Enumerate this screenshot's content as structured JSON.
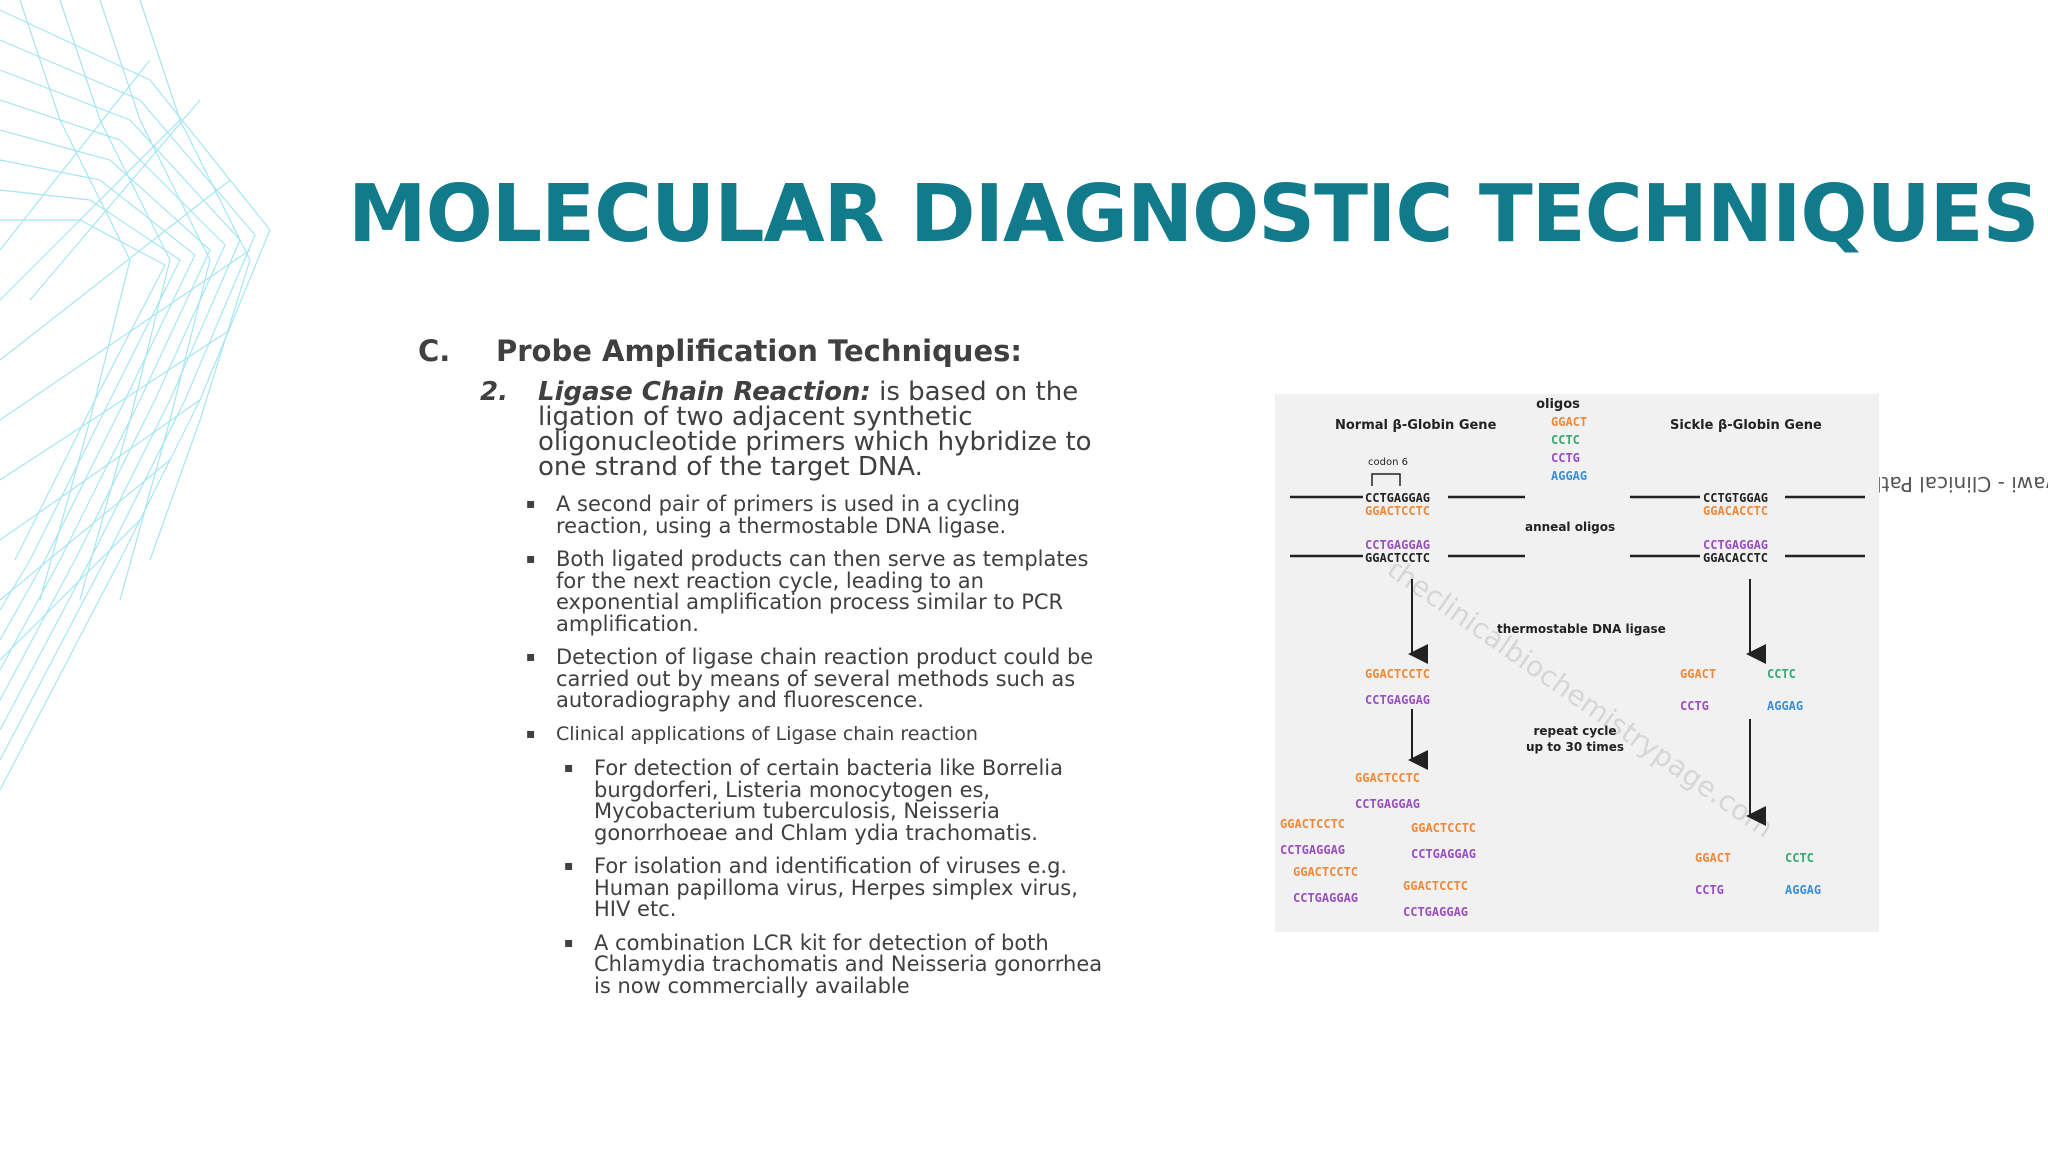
{
  "slide": {
    "title": "MOLECULAR DIAGNOSTIC TECHNIQUES",
    "side_note": "Dr. Hossamaldin Alzawawi - Clinical Pathology - KSUMC",
    "section": {
      "letter": "C.",
      "heading": "Probe Amplification Techniques:"
    },
    "item": {
      "number": "2.",
      "term": "Ligase Chain Reaction:",
      "text": " is based on the ligation of two adjacent synthetic oligonucleotide primers which hybridize to one strand of the target DNA."
    },
    "bullets": [
      "A second pair of primers is used in a cycling reaction, using a thermostable DNA ligase.",
      "Both ligated products can then serve as templates for the next reaction cycle, leading to an exponential amplification process similar to PCR amplification.",
      "Detection of ligase chain reaction product could be carried out by means of several methods such as autoradiography and fluorescence.",
      "Clinical applications of Ligase chain reaction"
    ],
    "sub_bullets": [
      "For detection of certain bacteria like Borrelia burgdorferi, Listeria monocytogen es, Mycobacterium tuberculosis, Neisseria gonorrhoeae and Chlam ydia trachomatis.",
      "For isolation and identification of viruses e.g. Human papilloma virus, Herpes simplex virus, HIV etc.",
      "A combination LCR kit for detection of both Chlamydia trachomatis and Neisseria gonorrhea is now commercially available"
    ]
  },
  "figure": {
    "normal_label": "Normal β-Globin Gene",
    "sickle_label": "Sickle β-Globin Gene",
    "oligos_label": "oligos",
    "oligos": [
      "GGACT",
      "CCTC",
      "CCTG",
      "AGGAG"
    ],
    "codon_label": "codon 6",
    "anneal_label": "anneal oligos",
    "ligase_label": "thermostable DNA ligase",
    "repeat_label_1": "repeat cycle",
    "repeat_label_2": "up to 30 times",
    "watermark": "theclinicalbiochemistrypage.com",
    "seq_top_normal": "CCTGAGGAG",
    "seq_top_sickle": "CCTGTGGAG",
    "seq_ggactcctc": "GGACTCCTC",
    "seq_cctgaggag": "CCTGAGGAG",
    "seq_ggacacctc": "GGACACCTC",
    "seq_ggact": "GGACT",
    "seq_cctc": "CCTC",
    "seq_cctg": "CCTG",
    "seq_aggag": "AGGAG",
    "colors": {
      "orange": "#f0883a",
      "green": "#3aa870",
      "purple": "#9a4fc0",
      "blue": "#3a8fd8",
      "dark": "#222222"
    }
  }
}
